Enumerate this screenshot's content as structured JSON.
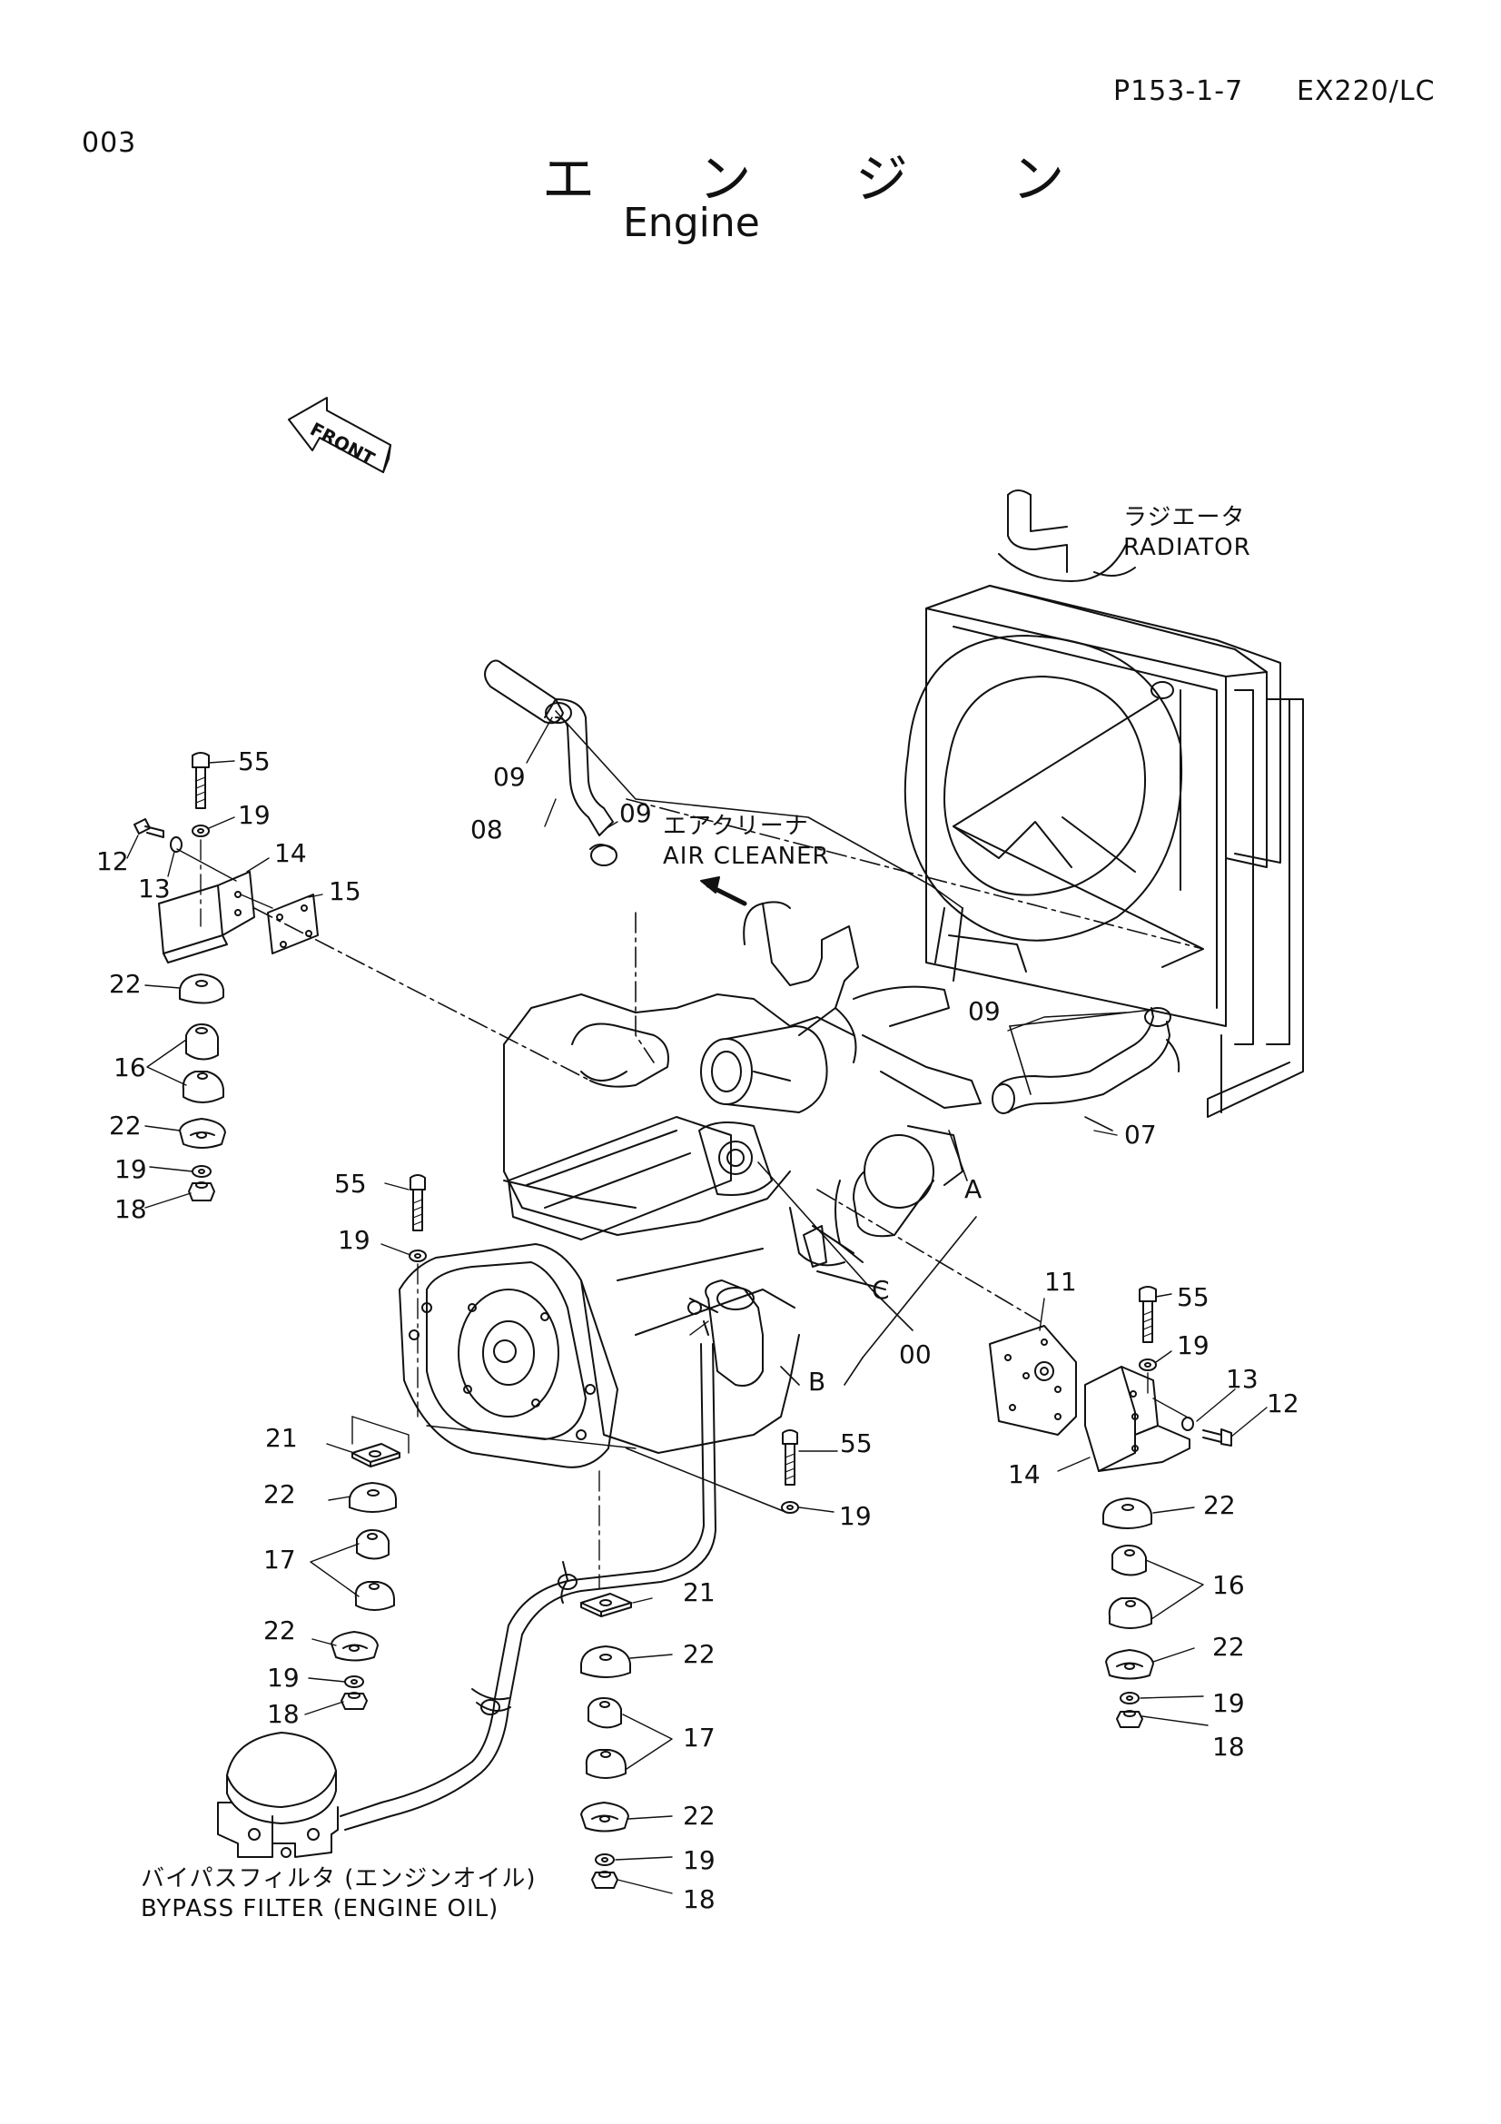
{
  "header": {
    "page_code": "P153-1-7",
    "model": "EX220/LC",
    "section_number": "003"
  },
  "title": {
    "japanese": "エ ン ジ ン",
    "english": "Engine"
  },
  "front_marker": "FRONT",
  "labels": {
    "radiator_jp": "ラジエータ",
    "radiator_en": "RADIATOR",
    "air_cleaner_jp": "エアクリーナ",
    "air_cleaner_en": "AIR CLEANER",
    "bypass_jp": "バイパスフィルタ (エンジンオイル)",
    "bypass_en": "BYPASS FILTER (ENGINE OIL)"
  },
  "callouts": {
    "c55a": "55",
    "c19a": "19",
    "c12a": "12",
    "c13a": "13",
    "c14a": "14",
    "c15": "15",
    "c22a": "22",
    "c16a": "16",
    "c22b": "22",
    "c19b": "19",
    "c18a": "18",
    "c09a": "09",
    "c08": "08",
    "c09b": "09",
    "c09c": "09",
    "c07": "07",
    "c55b": "55",
    "c19c": "19",
    "cA": "A",
    "cC": "C",
    "c00": "00",
    "cB": "B",
    "c21a": "21",
    "c22c": "22",
    "c17a": "17",
    "c22d": "22",
    "c19d": "19",
    "c18b": "18",
    "c11": "11",
    "c55c": "55",
    "c19e": "19",
    "c13b": "13",
    "c12b": "12",
    "c14b": "14",
    "c22e": "22",
    "c16b": "16",
    "c22f": "22",
    "c19f": "19",
    "c18c": "18",
    "c55d": "55",
    "c19g": "19",
    "c21b": "21",
    "c22g": "22",
    "c17b": "17",
    "c22h": "22",
    "c19h": "19",
    "c18d": "18"
  }
}
